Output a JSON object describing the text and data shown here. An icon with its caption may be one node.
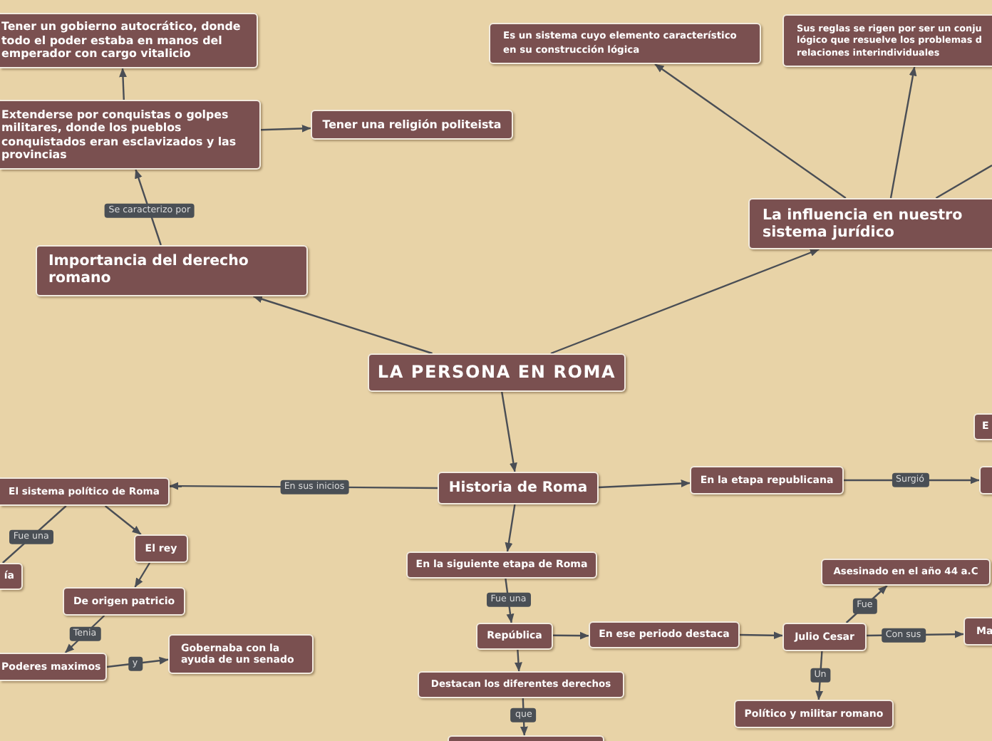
{
  "diagram": {
    "nodes": [
      {
        "text": [
          "Tener un gobierno autocrático, donde todo el poder estaba en manos del emperador con cargo vitalicio"
        ]
      },
      {
        "text": [
          "Es un sistema cuyo elemento característico en su construcción lógica"
        ]
      },
      {
        "text": [
          "Sus reglas se rigen por ser un conju lógico que resuelve los problemas d relaciones interindividuales"
        ]
      },
      {
        "text": [
          "Extenderse por conquistas o golpes militares, donde los pueblos conquistados eran esclavizados y las provincias"
        ]
      },
      {
        "text": [
          "Tener una religión politeista"
        ]
      },
      {
        "text": [
          "La influencia en nuestro sistema jurídico"
        ]
      },
      {
        "text": [
          "Importancia del derecho romano"
        ]
      },
      {
        "text": [
          "LA PERSONA EN ROMA"
        ]
      },
      {
        "text": [
          "E"
        ]
      },
      {
        "text": [
          "El sistema político de Roma"
        ]
      },
      {
        "text": [
          "Historia de Roma"
        ]
      },
      {
        "text": [
          "En la etapa republicana"
        ]
      },
      {
        "text": [],
        "shape": "box"
      },
      {
        "text": [
          "El rey"
        ]
      },
      {
        "text": [
          "En la siguiente etapa de Roma"
        ]
      },
      {
        "text": [
          "Asesinado en el año 44 a.C"
        ]
      },
      {
        "text": [
          "ía"
        ]
      },
      {
        "text": [
          "De origen patricio"
        ]
      },
      {
        "text": [
          "Ma"
        ]
      },
      {
        "text": [
          "República"
        ]
      },
      {
        "text": [
          "En ese periodo destaca"
        ]
      },
      {
        "text": [
          "Julio Cesar"
        ]
      },
      {
        "text": [
          "Gobernaba con la ayuda de un senado"
        ]
      },
      {
        "text": [
          "Poderes maximos"
        ]
      },
      {
        "text": [
          "Destacan los diferentes derechos"
        ]
      },
      {
        "text": [
          "Político y militar romano"
        ]
      },
      {
        "text": [],
        "shape": "box"
      }
    ],
    "edges": [
      {
        "from": 7,
        "to": 6,
        "arrow": "to"
      },
      {
        "from": 7,
        "to": 5,
        "arrow": "to"
      },
      {
        "from": 7,
        "to": 10,
        "arrow": "to"
      },
      {
        "from": 6,
        "to": 3,
        "arrow": "to",
        "label": "Se caracterizo por"
      },
      {
        "from": 3,
        "to": 0,
        "arrow": "to"
      },
      {
        "from": 3,
        "to": 4,
        "arrow": "to"
      },
      {
        "from": 5,
        "to": 1,
        "arrow": "to"
      },
      {
        "from": 5,
        "to": 2,
        "arrow": "to"
      },
      {
        "from": 5,
        "to": null,
        "arrow": "none"
      },
      {
        "from": 10,
        "to": 9,
        "arrow": "to",
        "label": "En sus inicios"
      },
      {
        "from": 10,
        "to": 11,
        "arrow": "to"
      },
      {
        "from": 10,
        "to": 14,
        "arrow": "to"
      },
      {
        "from": 9,
        "to": 16,
        "arrow": "none",
        "label": "Fue una"
      },
      {
        "from": 9,
        "to": 13,
        "arrow": "to"
      },
      {
        "from": 13,
        "to": 17,
        "arrow": "to"
      },
      {
        "from": 17,
        "to": 23,
        "arrow": "to",
        "label": "Tenia"
      },
      {
        "from": 23,
        "to": 22,
        "arrow": "to",
        "label": "y"
      },
      {
        "from": 11,
        "to": 12,
        "arrow": "to",
        "label": "Surgió"
      },
      {
        "from": 14,
        "to": 19,
        "arrow": "to",
        "label": "Fue una"
      },
      {
        "from": 19,
        "to": 20,
        "arrow": "to"
      },
      {
        "from": 19,
        "to": 24,
        "arrow": "to"
      },
      {
        "from": 24,
        "to": 26,
        "arrow": "to",
        "label": "que"
      },
      {
        "from": 20,
        "to": 21,
        "arrow": "to"
      },
      {
        "from": 21,
        "to": 15,
        "arrow": "to",
        "label": "Fue"
      },
      {
        "from": 21,
        "to": 18,
        "arrow": "to",
        "label": "Con sus"
      },
      {
        "from": 21,
        "to": 25,
        "arrow": "to",
        "label": "Un"
      }
    ]
  }
}
